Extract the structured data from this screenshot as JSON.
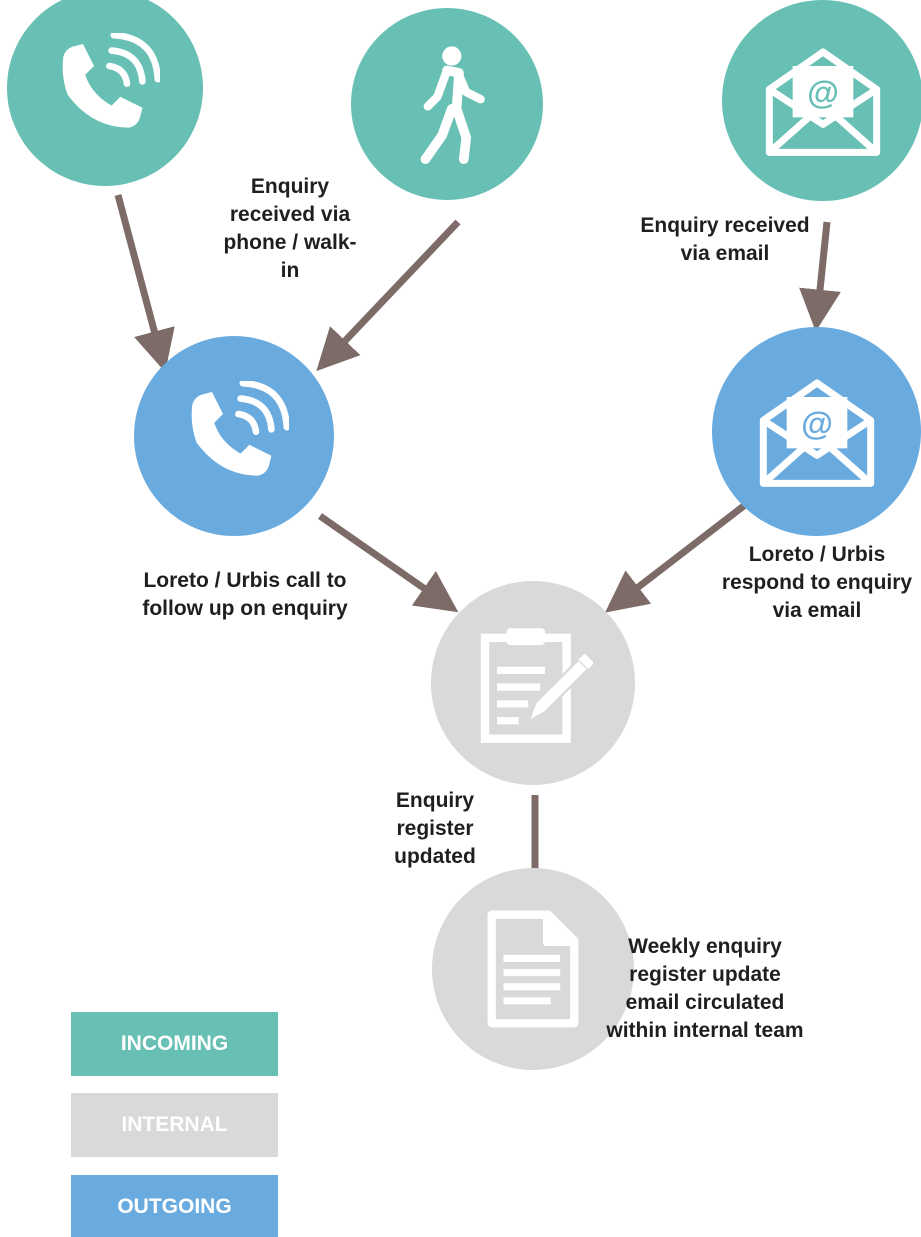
{
  "colors": {
    "incoming": "#68c0b5",
    "outgoing": "#6aabdf",
    "internal": "#d9d9d9",
    "arrow": "#7d6b68",
    "icon": "#ffffff",
    "text": "#1f1f1f"
  },
  "nodes": {
    "phone_in": {
      "icon": "phone-icon",
      "category": "incoming"
    },
    "walk_in": {
      "icon": "walking-person-icon",
      "category": "incoming"
    },
    "email_in": {
      "icon": "email-envelope-icon",
      "category": "incoming"
    },
    "phone_out": {
      "icon": "phone-icon",
      "category": "outgoing"
    },
    "email_out": {
      "icon": "email-envelope-icon",
      "category": "outgoing"
    },
    "register": {
      "icon": "clipboard-pencil-icon",
      "category": "internal"
    },
    "report": {
      "icon": "document-icon",
      "category": "internal"
    }
  },
  "labels": {
    "received_phone_walkin": "Enquiry received via phone / walk-in",
    "received_email": "Enquiry received via email",
    "call_follow_up": "Loreto / Urbis call to follow up on enquiry",
    "respond_email": "Loreto / Urbis respond to enquiry via email",
    "register_updated": "Enquiry register updated",
    "weekly_email": "Weekly enquiry register update email circulated within internal team"
  },
  "legend": {
    "incoming": "INCOMING",
    "internal": "INTERNAL",
    "outgoing": "OUTGOING"
  },
  "edges": [
    {
      "from": "phone_in",
      "to": "phone_out"
    },
    {
      "from": "walk_in",
      "to": "phone_out"
    },
    {
      "from": "email_in",
      "to": "email_out"
    },
    {
      "from": "phone_out",
      "to": "register"
    },
    {
      "from": "email_out",
      "to": "register"
    },
    {
      "from": "register",
      "to": "report"
    }
  ]
}
